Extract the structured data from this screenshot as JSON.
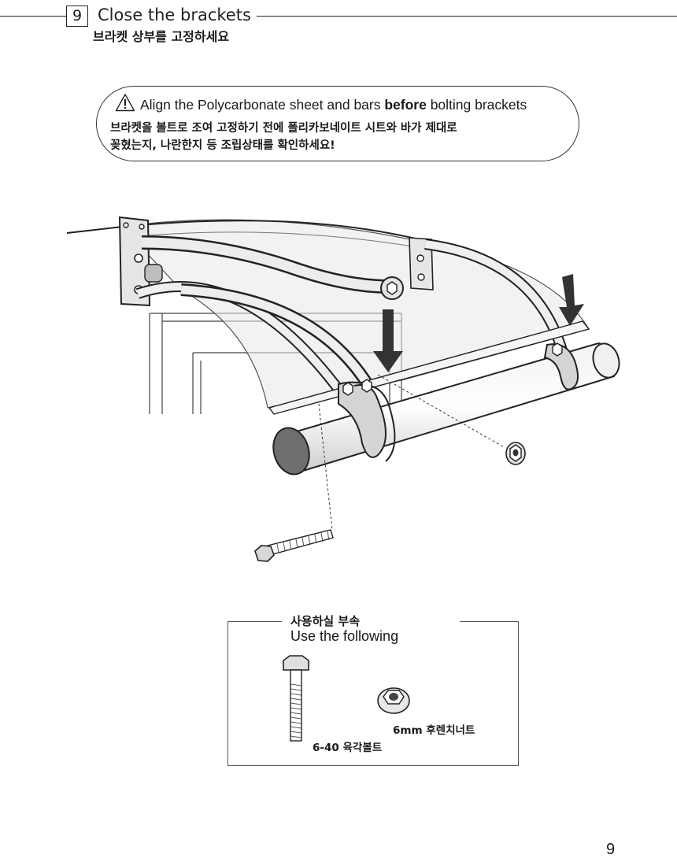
{
  "step": {
    "number": "9",
    "title": "Close the brackets",
    "subtitle_ko": "브라켓 상부를 고정하세요"
  },
  "warning": {
    "icon": "warning-triangle-icon",
    "text_pre": "Align the Polycarbonate sheet and bars ",
    "text_bold": "before",
    "text_post": " bolting brackets",
    "text_ko_line1": "브라켓을 볼트로 조여 고정하기 전에 폴리카보네이트 시트와 바가 제대로",
    "text_ko_line2": "꽂혔는지, 나란한지 등 조립상태를 확인하세요!"
  },
  "parts": {
    "heading_ko": "사용하실 부속",
    "heading_en": "Use the following",
    "bolt_label": "6-40 육각볼트",
    "nut_label": "6mm 후렌치너트"
  },
  "page_number": "9"
}
